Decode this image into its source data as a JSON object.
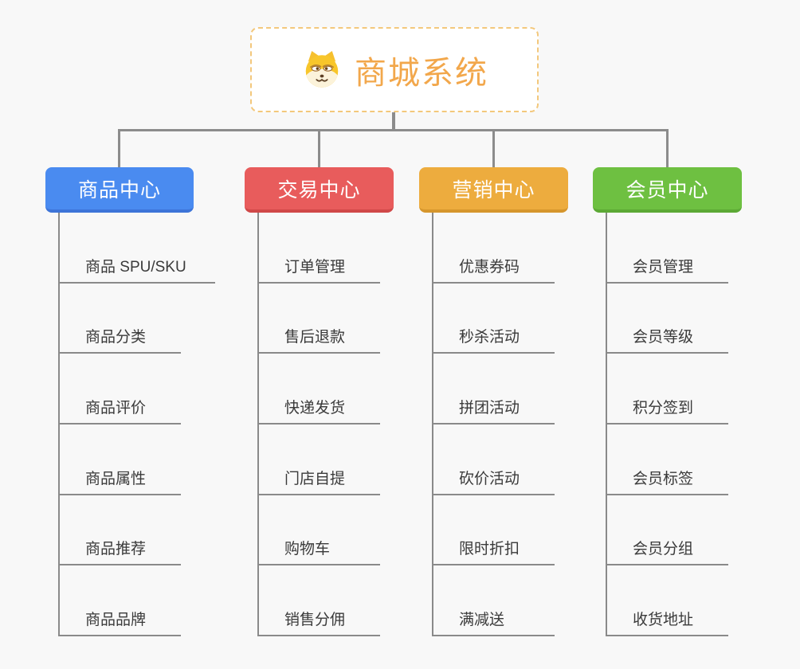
{
  "root": {
    "title": "商城系统",
    "icon": "dog-face-icon",
    "accent_color": "#f2a74b",
    "border_color": "#f3c87c"
  },
  "theme": {
    "canvas_bg": "#f8f8f8",
    "connector_color": "#8c8c8c",
    "leaf_line_color": "#8a8a8a",
    "leaf_text_color": "#3a3a3a"
  },
  "branches": [
    {
      "label": "商品中心",
      "color": "#4a8bf0",
      "color_dark": "#3d74d8",
      "children": [
        "商品 SPU/SKU",
        "商品分类",
        "商品评价",
        "商品属性",
        "商品推荐",
        "商品品牌"
      ]
    },
    {
      "label": "交易中心",
      "color": "#e85c5c",
      "color_dark": "#d04848",
      "children": [
        "订单管理",
        "售后退款",
        "快递发货",
        "门店自提",
        "购物车",
        "销售分佣"
      ]
    },
    {
      "label": "营销中心",
      "color": "#edac3e",
      "color_dark": "#d6962c",
      "children": [
        "优惠券码",
        "秒杀活动",
        "拼团活动",
        "砍价活动",
        "限时折扣",
        "满减送"
      ]
    },
    {
      "label": "会员中心",
      "color": "#6ec041",
      "color_dark": "#5ca935",
      "children": [
        "会员管理",
        "会员等级",
        "积分签到",
        "会员标签",
        "会员分组",
        "收货地址"
      ]
    }
  ]
}
